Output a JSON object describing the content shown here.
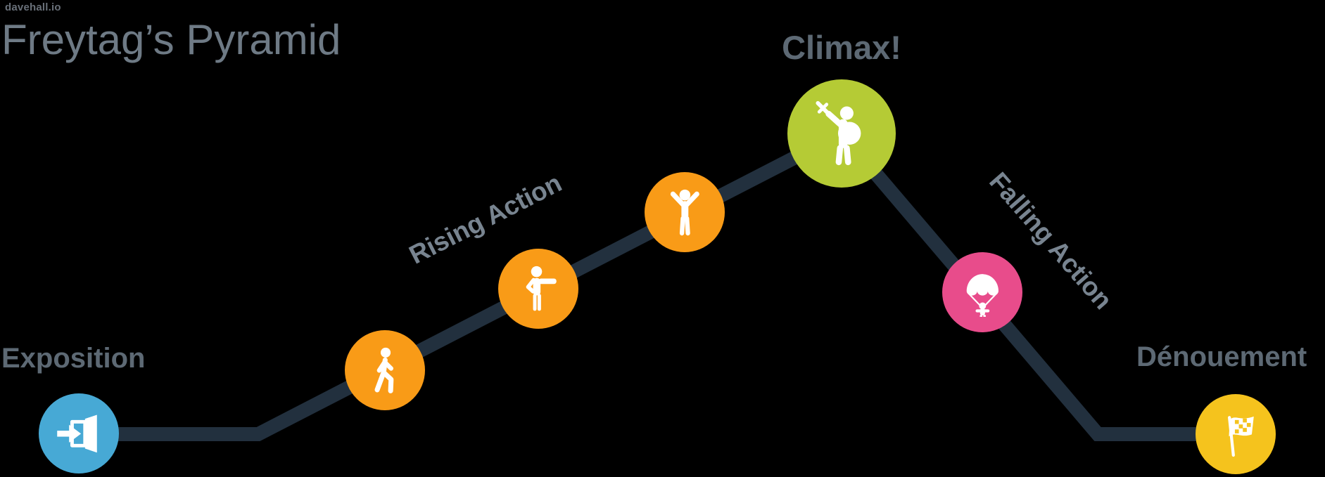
{
  "colors": {
    "bg": "#000000",
    "line": "#22303e",
    "brand-gray": "#697079",
    "title-gray": "#6e7a85",
    "label-gray": "#5d6974",
    "slope-gray": "#788490",
    "blue": "#47a9d5",
    "orange": "#f99b17",
    "green": "#b5cb35",
    "pink": "#e84c8b",
    "yellow": "#f5c31d"
  },
  "header": {
    "brand": "davehall.io",
    "title": "Freytag’s Pyramid"
  },
  "stages": {
    "exposition": {
      "label": "Exposition",
      "icon": "door-enter-icon",
      "color": "#47a9d5"
    },
    "rising_action": {
      "label": "Rising Action",
      "color": "#f99b17",
      "icons": [
        "person-walking-icon",
        "person-pointing-icon",
        "person-arms-up-icon"
      ]
    },
    "climax": {
      "label": "Climax!",
      "icon": "hero-sword-shield-icon",
      "color": "#b5cb35"
    },
    "falling_action": {
      "label": "Falling Action",
      "icon": "parachute-person-icon",
      "color": "#e84c8b"
    },
    "denouement": {
      "label": "Dénouement",
      "icon": "checkered-flag-icon",
      "color": "#f5c31d"
    }
  }
}
